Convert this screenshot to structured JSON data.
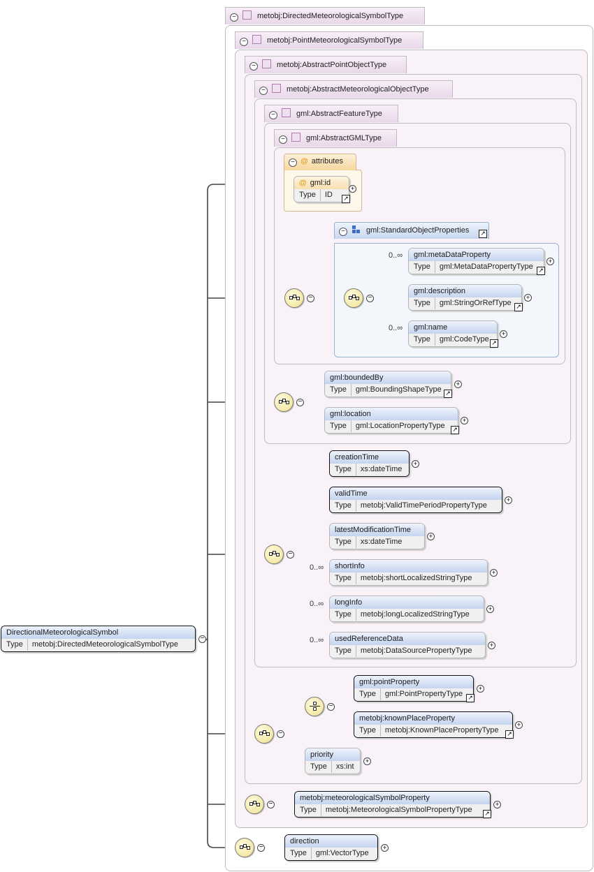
{
  "root": {
    "name": "DirectionalMeteorologicalSymbol",
    "type_label": "Type",
    "type": "metobj:DirectedMeteorologicalSymbolType"
  },
  "types": [
    {
      "name": "metobj:DirectedMeteorologicalSymbolType"
    },
    {
      "name": "metobj:PointMeteorologicalSymbolType"
    },
    {
      "name": "metobj:AbstractPointObjectType"
    },
    {
      "name": "metobj:AbstractMeteorologicalObjectType"
    },
    {
      "name": "gml:AbstractFeatureType"
    },
    {
      "name": "gml:AbstractGMLType"
    }
  ],
  "attributes": {
    "header": "attributes",
    "items": [
      {
        "name": "gml:id",
        "type_label": "Type",
        "type": "ID"
      }
    ]
  },
  "group": {
    "name": "gml:StandardObjectProperties",
    "elements": [
      {
        "name": "gml:metaDataProperty",
        "type_label": "Type",
        "type": "gml:MetaDataPropertyType",
        "card": "0..∞"
      },
      {
        "name": "gml:description",
        "type_label": "Type",
        "type": "gml:StringOrRefType",
        "card": ""
      },
      {
        "name": "gml:name",
        "type_label": "Type",
        "type": "gml:CodeType",
        "card": "0..∞"
      }
    ]
  },
  "feature_elements": [
    {
      "name": "gml:boundedBy",
      "type_label": "Type",
      "type": "gml:BoundingShapeType"
    },
    {
      "name": "gml:location",
      "type_label": "Type",
      "type": "gml:LocationPropertyType"
    }
  ],
  "meteo_elements": [
    {
      "name": "creationTime",
      "type_label": "Type",
      "type": "xs:dateTime",
      "card": ""
    },
    {
      "name": "validTime",
      "type_label": "Type",
      "type": "metobj:ValidTimePeriodPropertyType",
      "card": ""
    },
    {
      "name": "latestModificationTime",
      "type_label": "Type",
      "type": "xs:dateTime",
      "card": ""
    },
    {
      "name": "shortInfo",
      "type_label": "Type",
      "type": "metobj:shortLocalizedStringType",
      "card": "0..∞"
    },
    {
      "name": "longInfo",
      "type_label": "Type",
      "type": "metobj:longLocalizedStringType",
      "card": "0..∞"
    },
    {
      "name": "usedReferenceData",
      "type_label": "Type",
      "type": "metobj:DataSourcePropertyType",
      "card": "0..∞"
    }
  ],
  "point_elements": [
    {
      "name": "gml:pointProperty",
      "type_label": "Type",
      "type": "gml:PointPropertyType"
    },
    {
      "name": "metobj:knownPlaceProperty",
      "type_label": "Type",
      "type": "metobj:KnownPlacePropertyType"
    },
    {
      "name": "priority",
      "type_label": "Type",
      "type": "xs:int"
    }
  ],
  "symbol_elements": [
    {
      "name": "metobj:meteorologicalSymbolProperty",
      "type_label": "Type",
      "type": "metobj:MeteorologicalSymbolPropertyType"
    }
  ],
  "directed_elements": [
    {
      "name": "direction",
      "type_label": "Type",
      "type": "gml:VectorType"
    }
  ],
  "glyphs": {
    "collapse": "−",
    "expand": "+",
    "link": "↗",
    "attr": "@"
  }
}
